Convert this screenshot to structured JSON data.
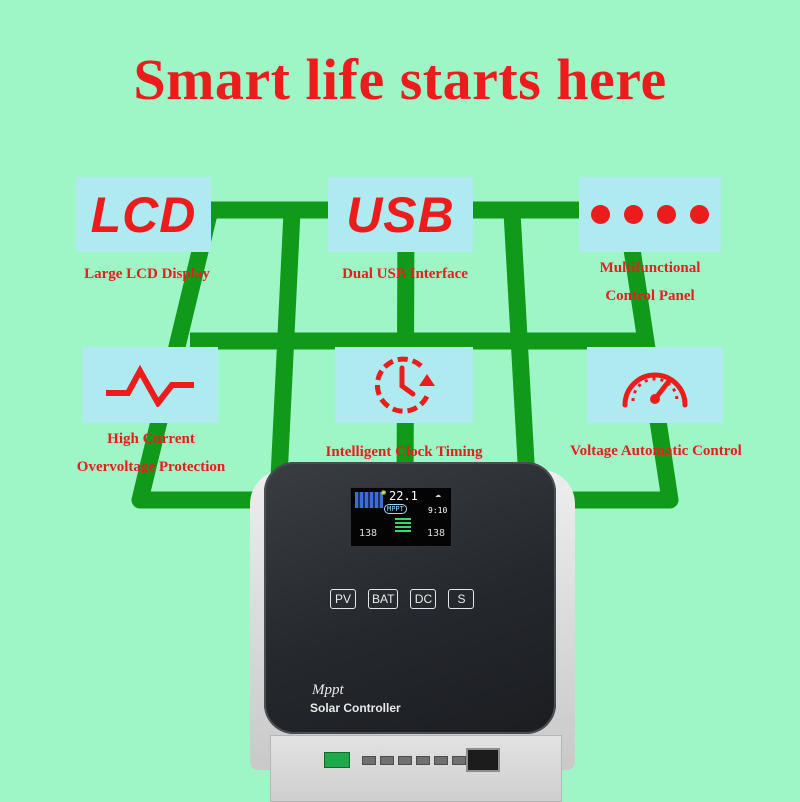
{
  "headline": "Smart life starts here",
  "features": {
    "lcd": {
      "tile_text": "LCD",
      "caption": "Large LCD Display"
    },
    "usb": {
      "tile_text": "USB",
      "caption": "Dual USB Interface"
    },
    "panel": {
      "caption_line1": "Multifunctional",
      "caption_line2": "Control Panel",
      "icon": "four-dots-icon"
    },
    "current": {
      "caption_line1": "High Current",
      "caption_line2": "Overvoltage Protection",
      "icon": "pulse-wave-icon"
    },
    "clock": {
      "caption": "Intelligent Clock Timing",
      "icon": "clock-timer-icon"
    },
    "voltage": {
      "caption": "Voltage Automatic Control",
      "icon": "speedometer-gauge-icon"
    }
  },
  "device": {
    "display": {
      "temperature": "22.1",
      "time": "9:10",
      "mode_badge": "MPPT",
      "left_reading": "138",
      "right_reading": "138"
    },
    "buttons": [
      "PV",
      "BAT",
      "DC",
      "S"
    ],
    "brand_script": "Mppt",
    "brand_title": "Solar Controller"
  },
  "colors": {
    "background": "#9ef5c6",
    "accent_red": "#ec1c1c",
    "grid_green": "#109a1a",
    "tile_blue": "#aeeaf0",
    "device_face": "#25282c"
  }
}
